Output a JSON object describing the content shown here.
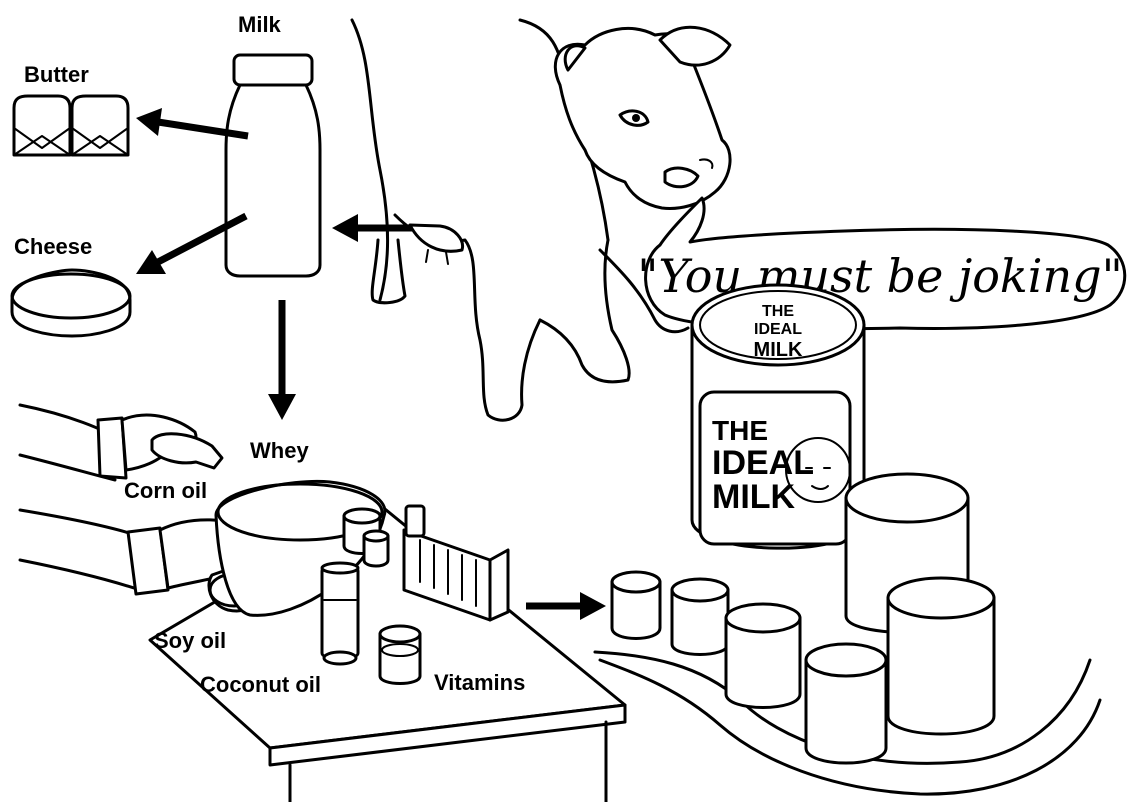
{
  "labels": {
    "milk": "Milk",
    "butter": "Butter",
    "cheese": "Cheese",
    "whey": "Whey",
    "corn_oil": "Corn oil",
    "soy_oil": "Soy oil",
    "coconut_oil": "Coconut oil",
    "vitamins": "Vitamins"
  },
  "speech_bubble": "\"You must be joking\"",
  "can_label": {
    "lid_line1": "THE",
    "lid_line2": "IDEAL",
    "lid_line3": "MILK",
    "front_line1": "THE",
    "front_line2": "IDEAL",
    "front_line3": "MILK"
  }
}
